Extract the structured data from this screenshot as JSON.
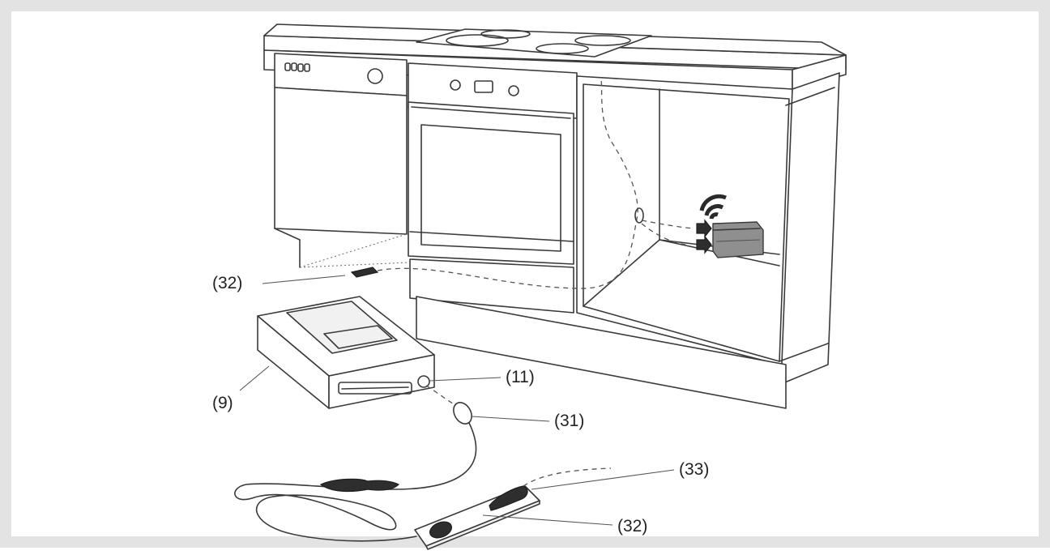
{
  "diagram": {
    "callouts": [
      {
        "id": "sensor-under-cabinet",
        "text": "(32)"
      },
      {
        "id": "base-unit",
        "text": "(9)"
      },
      {
        "id": "connector-socket",
        "text": "(11)"
      },
      {
        "id": "plug",
        "text": "(31)"
      },
      {
        "id": "cable-end",
        "text": "(33)"
      },
      {
        "id": "sensor-strip",
        "text": "(32)"
      }
    ]
  }
}
